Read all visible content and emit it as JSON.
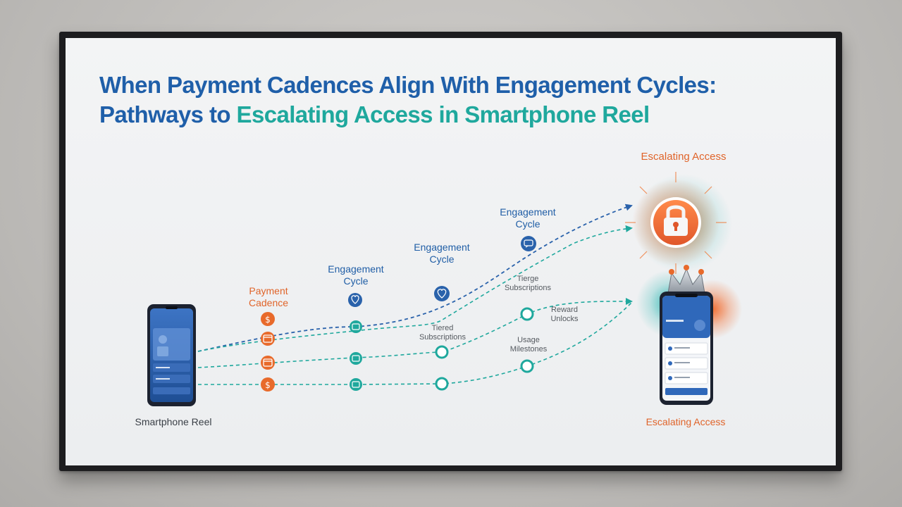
{
  "title": {
    "line1": "When Payment Cadences Align With Engagement Cycles:",
    "line2_prefix": "Pathways to ",
    "line2_accent": "Escalating Access in Smartphone Reel"
  },
  "labels": {
    "payment_cadence": "Payment Cadence",
    "engagement_cycle_1": "Engagement Cycle",
    "engagement_cycle_2": "Engagement Cycle",
    "engagement_cycle_3": "Engagement Cycle",
    "tiered_subscriptions_1": "Tiered Subscriptions",
    "tiered_subscriptions_2": "Tierge Subscriptions",
    "usage_milestones": "Usage Milestones",
    "reward_unlocks": "Reward Unlocks",
    "smartphone_reel": "Smartphone Reel",
    "escalating_access_top": "Escalating Access",
    "escalating_access_bottom": "Escalating Access"
  },
  "icons": {
    "payment": [
      "dollar-icon",
      "calendar-icon",
      "calendar-icon",
      "dollar-icon"
    ],
    "engagement": [
      "heart-icon",
      "heart-icon",
      "chat-icon"
    ],
    "access": [
      "lock-icon",
      "crown-icon"
    ]
  },
  "colors": {
    "blue": "#1f5fa9",
    "teal": "#1fa89d",
    "orange": "#e0642a"
  }
}
